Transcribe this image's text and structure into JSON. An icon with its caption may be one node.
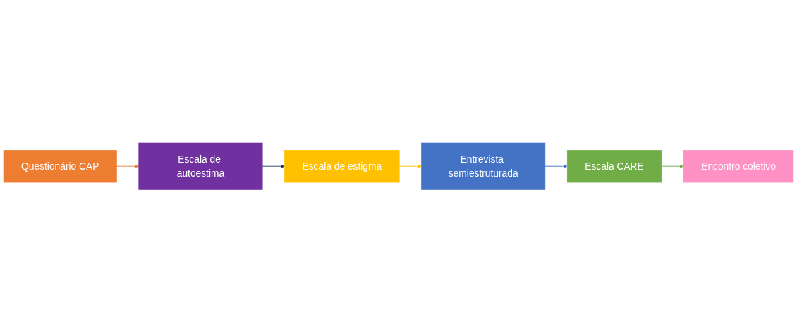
{
  "diagram": {
    "nodes": [
      {
        "text": [
          "Questionário CAP"
        ]
      },
      {
        "text": [
          "Escala de autoestima"
        ]
      },
      {
        "text": [
          "Escala de estigma"
        ]
      },
      {
        "text": [
          "Entrevista semiestruturada"
        ]
      },
      {
        "text": [
          "Escala CARE"
        ]
      },
      {
        "text": [
          "Encontro coletivo"
        ]
      }
    ],
    "edges": [
      {
        "from": 0,
        "to": 1,
        "arrow": "to",
        "color": "#ed7d31"
      },
      {
        "from": 1,
        "to": 2,
        "arrow": "to",
        "color": "#1f3864"
      },
      {
        "from": 2,
        "to": 3,
        "arrow": "to",
        "color": "#ffc000"
      },
      {
        "from": 3,
        "to": 4,
        "arrow": "to",
        "color": "#4472c4"
      },
      {
        "from": 4,
        "to": 5,
        "arrow": "to",
        "color": "#70ad47"
      }
    ]
  }
}
